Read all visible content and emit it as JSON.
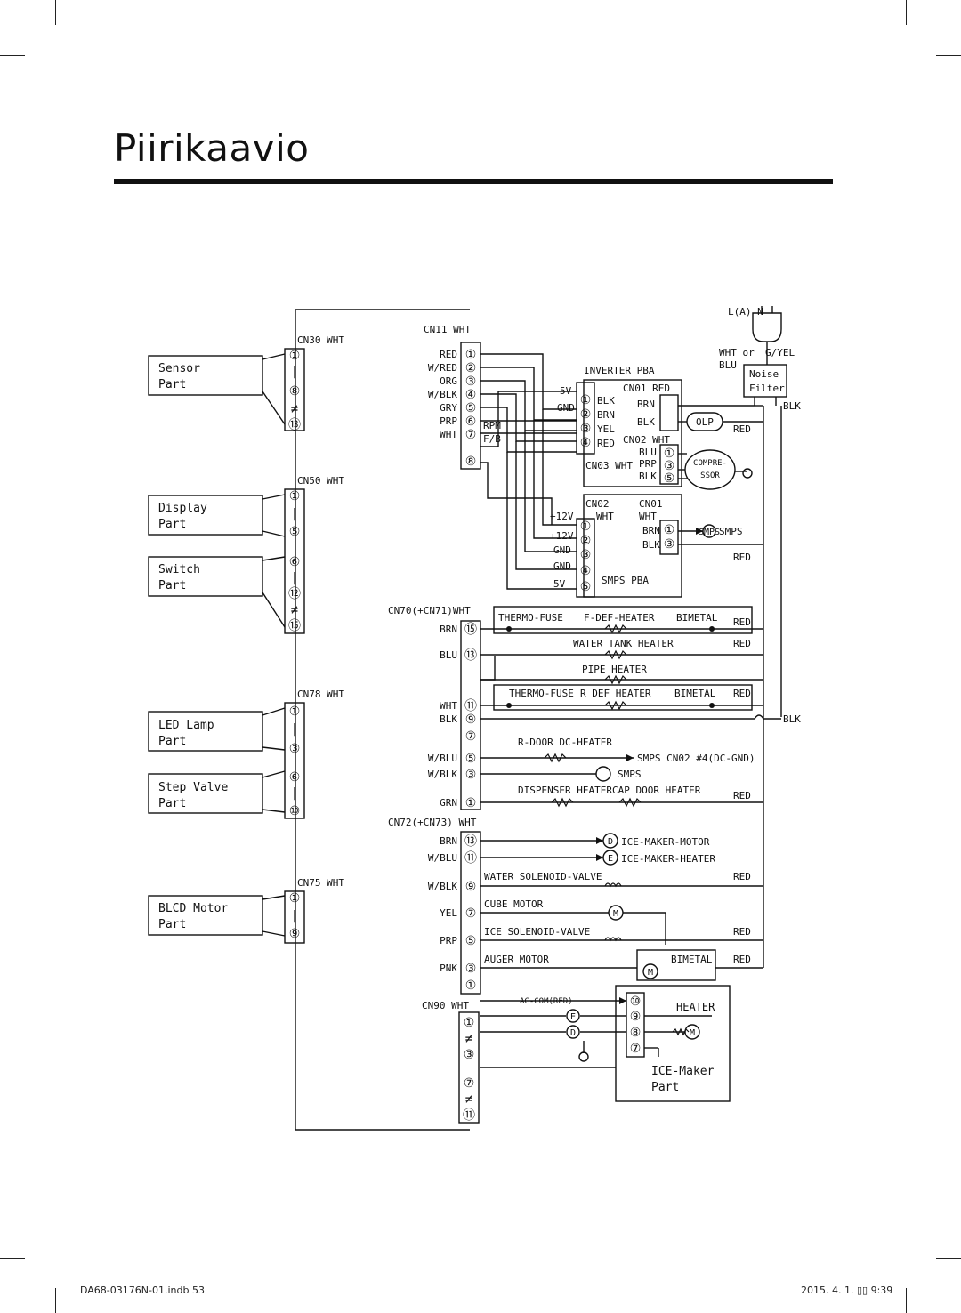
{
  "page": {
    "title": "Piirikaavio",
    "footer_left": "DA68-03176N-01.indb   53",
    "footer_right": "2015. 4. 1.   ▯▯ 9:39"
  },
  "diagram": {
    "parts": {
      "sensor": [
        "Sensor",
        "Part"
      ],
      "display": [
        "Display",
        "Part"
      ],
      "switch": [
        "Switch",
        "Part"
      ],
      "led": [
        "LED Lamp",
        "Part"
      ],
      "step": [
        "Step Valve",
        "Part"
      ],
      "blcd": [
        "BLCD Motor",
        "Part"
      ],
      "icemaker": [
        "ICE-Maker",
        "Part"
      ]
    },
    "connectors": {
      "cn30": "CN30 WHT",
      "cn50": "CN50 WHT",
      "cn78": "CN78 WHT",
      "cn75": "CN75 WHT",
      "cn11": "CN11 WHT",
      "cn70": "CN70(+CN71)WHT",
      "cn72": "CN72(+CN73) WHT",
      "cn90": "CN90 WHT"
    },
    "left_pins": {
      "cn30": [
        "①",
        "|",
        "⑧",
        "≠",
        "⑬"
      ],
      "cn50": [
        "①",
        "|",
        "⑤",
        "⑥",
        "|",
        "⑫",
        "≠",
        "⑮"
      ],
      "cn78": [
        "①",
        "|",
        "③",
        "⑥",
        "|",
        "⑩"
      ],
      "cn75": [
        "①",
        "|",
        "⑨"
      ]
    },
    "cn11_wires": [
      "RED",
      "W/RED",
      "ORG",
      "W/BLK",
      "GRY",
      "PRP",
      "WHT"
    ],
    "cn11_pins": [
      "①",
      "②",
      "③",
      "④",
      "⑤",
      "⑥",
      "⑦",
      "⑧"
    ],
    "cn11_signals": [
      "RPM",
      "F/B"
    ],
    "inverter": {
      "title": "INVERTER PBA",
      "cn01": "CN01 RED",
      "cn02": "CN02 WHT",
      "cn03": "CN03 WHT",
      "left_labels": [
        "5V",
        "GND"
      ],
      "pin_wires": [
        "BLK",
        "BRN",
        "YEL",
        "RED"
      ],
      "pins": [
        "①",
        "②",
        "③",
        "④"
      ],
      "cn01_wires": [
        "BRN",
        "BLK"
      ],
      "cn03_wires": [
        "BLU",
        "PRP",
        "BLK"
      ],
      "cn03_pins": [
        "①",
        "③",
        "⑤"
      ],
      "olp": "OLP",
      "compressor": [
        "COMPRE-",
        "SSOR"
      ]
    },
    "smps": {
      "title": "SMPS PBA",
      "cn02": "CN02",
      "cn01": "CN01",
      "cn02_color": "WHT",
      "cn01_color": "WHT",
      "left_labels": [
        "+12V",
        "+12V",
        "GND",
        "GND",
        "5V"
      ],
      "pins": [
        "①",
        "②",
        "③",
        "④",
        "⑤"
      ],
      "cn01_wires": [
        "BRN",
        "BLK"
      ],
      "cn01_pins": [
        "①",
        "③"
      ],
      "smps_label": "SMPS"
    },
    "power": {
      "plug": "L(A)    N",
      "wht_or": "WHT or",
      "gyel": "G/YEL",
      "blu": "BLU",
      "noise": [
        "Noise",
        "Filter"
      ],
      "blk": "BLK",
      "red": "RED"
    },
    "heater_section": {
      "wires": [
        "BRN",
        "BLU",
        "WHT",
        "BLK"
      ],
      "pins": [
        "⑮",
        "⑬",
        "⑪",
        "⑨",
        "⑦",
        "⑤",
        "③",
        "①"
      ],
      "wires2": [
        "W/BLU",
        "W/BLK",
        "GRN"
      ],
      "thermo_fuse": "THERMO-FUSE",
      "f_def": "F-DEF-HEATER",
      "bimetal": "BIMETAL",
      "water_tank": "WATER TANK HEATER",
      "pipe": "PIPE HEATER",
      "r_def": "R DEF HEATER",
      "r_door": "R-DOOR DC-HEATER",
      "smps_cn02": "SMPS CN02 #4(DC-GND)",
      "smps": "SMPS",
      "dispenser": "DISPENSER HEATER",
      "cap_door": "CAP DOOR HEATER",
      "red": "RED",
      "blk": "BLK"
    },
    "ice_section": {
      "wires": [
        "BRN",
        "W/BLU",
        "W/BLK",
        "YEL",
        "PRP",
        "PNK"
      ],
      "pins": [
        "⑬",
        "⑪",
        "⑨",
        "⑦",
        "⑤",
        "③",
        "①"
      ],
      "ice_motor": "ICE-MAKER-MOTOR",
      "ice_heater": "ICE-MAKER-HEATER",
      "water_valve": "WATER SOLENOID-VALVE",
      "cube_motor": "CUBE MOTOR",
      "ice_valve": "ICE SOLENOID-VALVE",
      "auger": "AUGER MOTOR",
      "bimetal": "BIMETAL",
      "red": "RED",
      "d": "D",
      "e": "E",
      "m": "M"
    },
    "cn90_section": {
      "pins": [
        "①",
        "≠",
        "③",
        "⑦",
        "≠",
        "⑪"
      ],
      "ac_com": "AC-COM(RED)",
      "heater": "HEATER",
      "im_pins": [
        "⑩",
        "⑨",
        "⑧",
        "⑦"
      ],
      "e": "E",
      "d": "D"
    }
  }
}
